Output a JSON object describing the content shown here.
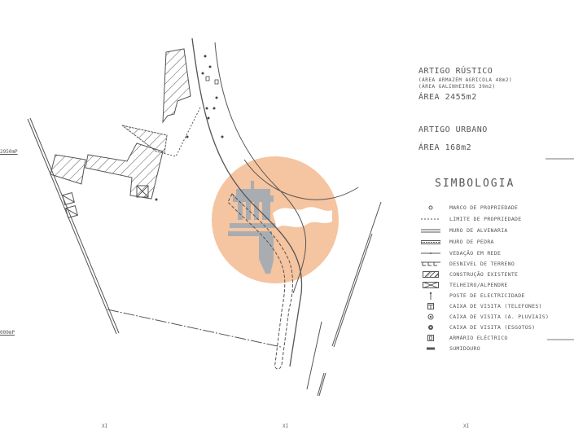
{
  "drawing": {
    "artigo_rustico": {
      "title": "ARTIGO RÚSTICO",
      "sub1": "(ÁREA ARMAZÉM AGRICOLA 48m2)",
      "sub2": "(ÁREA GALINHEIROS 39m2)",
      "area": "ÁREA 2455m2"
    },
    "artigo_urbano": {
      "title": "ARTIGO URBANO",
      "area": "ÁREA 168m2"
    },
    "side_labels": {
      "upper": "2950mP",
      "lower": "000mP"
    },
    "bottom_ticks": [
      "XI",
      "XI",
      "XI"
    ]
  },
  "legend": {
    "title": "SIMBOLOGIA",
    "items": [
      {
        "icon": "circle-marker-icon",
        "label": "MARCO DE PROPRIEDADE"
      },
      {
        "icon": "dotted-line-icon",
        "label": "LIMITE DE PROPRIEDADE"
      },
      {
        "icon": "double-line-icon",
        "label": "MURO DE ALVENARIA"
      },
      {
        "icon": "stone-wall-icon",
        "label": "MURO DE PEDRA"
      },
      {
        "icon": "fence-line-icon",
        "label": "VEDAÇÃO EM REDE"
      },
      {
        "icon": "terrain-step-icon",
        "label": "DESNIVEL DE TERRENO"
      },
      {
        "icon": "hatched-box-icon",
        "label": "CONSTRUÇÃO EXISTENTE"
      },
      {
        "icon": "crossed-box-icon",
        "label": "TELHEIRO/ALPENDRE"
      },
      {
        "icon": "electric-pole-icon",
        "label": "POSTE DE ELECTRICIDADE"
      },
      {
        "icon": "phone-box-icon",
        "label": "CAIXA DE VISITA (TELEFONES)"
      },
      {
        "icon": "rain-box-icon",
        "label": "CAIXA DE VISITA (A. PLUVIAIS)"
      },
      {
        "icon": "sewer-box-icon",
        "label": "CAIXA DE VISITA (ESGOTOS)"
      },
      {
        "icon": "electric-cabinet-icon",
        "label": "ARMÁRIO ELÉCTRICO"
      },
      {
        "icon": "drain-icon",
        "label": "SUMIDOURO"
      }
    ]
  },
  "colors": {
    "line": "#555555",
    "watermark_circle": "#f5c4a0",
    "watermark_gray": "#a9adb1"
  }
}
